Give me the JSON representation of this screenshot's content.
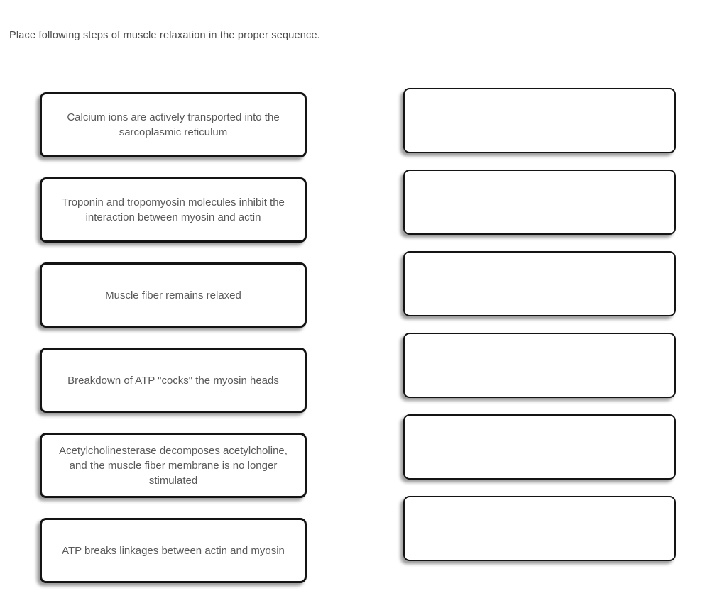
{
  "prompt": "Place following steps of muscle relaxation in the proper sequence.",
  "source_items": [
    {
      "text": "Calcium ions are actively transported into the sarcoplasmic reticulum"
    },
    {
      "text": "Troponin and tropomyosin molecules inhibit the interaction between myosin and actin"
    },
    {
      "text": "Muscle fiber remains relaxed"
    },
    {
      "text": "Breakdown of ATP \"cocks\" the myosin heads"
    },
    {
      "text": "Acetylcholinesterase decomposes acetylcholine, and the muscle fiber membrane is no longer stimulated"
    },
    {
      "text": "ATP breaks linkages between actin and myosin"
    }
  ],
  "drop_slots": [
    {
      "value": ""
    },
    {
      "value": ""
    },
    {
      "value": ""
    },
    {
      "value": ""
    },
    {
      "value": ""
    },
    {
      "value": ""
    }
  ],
  "colors": {
    "background": "#ffffff",
    "card_border": "#141414",
    "card_text": "#595959",
    "prompt_text": "#4a4a4a"
  }
}
